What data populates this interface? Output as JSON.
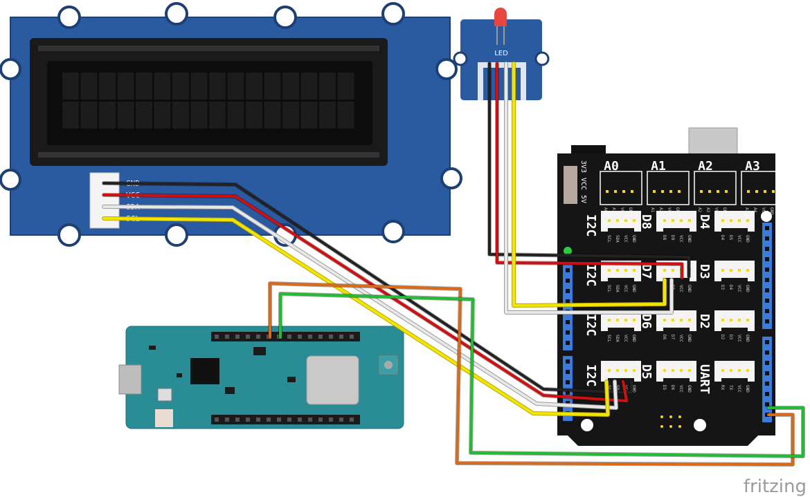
{
  "lcd": {
    "pin_labels": [
      "GND",
      "VCC",
      "SDA",
      "SCL"
    ]
  },
  "led_module": {
    "label": "LED"
  },
  "shield": {
    "analog_ports": [
      "A0",
      "A1",
      "A2",
      "A3"
    ],
    "analog_pins": [
      [
        "A0",
        "A1",
        "VCC",
        "GND"
      ],
      [
        "A1",
        "A2",
        "VCC",
        "GND"
      ],
      [
        "A2",
        "A3",
        "VCC",
        "GND"
      ],
      [
        "A3",
        "A4",
        "VCC",
        "GND"
      ]
    ],
    "power_switch_labels": [
      "3V3",
      "VCC",
      "5V"
    ],
    "grove_rows": [
      [
        {
          "label": "I2C",
          "pins": [
            "SCL",
            "SDA",
            "VCC",
            "GND"
          ]
        },
        {
          "label": "D8",
          "pins": [
            "D8",
            "D9",
            "VCC",
            "GND"
          ]
        },
        {
          "label": "D4",
          "pins": [
            "D4",
            "D5",
            "VCC",
            "GND"
          ]
        }
      ],
      [
        {
          "label": "I2C",
          "pins": [
            "SCL",
            "SDA",
            "VCC",
            "GND"
          ]
        },
        {
          "label": "D7",
          "pins": [
            "D7",
            "D8",
            "VCC",
            "GND"
          ]
        },
        {
          "label": "D3",
          "pins": [
            "D3",
            "D4",
            "VCC",
            "GND"
          ]
        }
      ],
      [
        {
          "label": "I2C",
          "pins": [
            "SCL",
            "SDA",
            "VCC",
            "GND"
          ]
        },
        {
          "label": "D6",
          "pins": [
            "D6",
            "D7",
            "VCC",
            "GND"
          ]
        },
        {
          "label": "D2",
          "pins": [
            "D2",
            "D3",
            "VCC",
            "GND"
          ]
        }
      ],
      [
        {
          "label": "I2C",
          "pins": [
            "SCL",
            "SDA",
            "VCC",
            "GND"
          ]
        },
        {
          "label": "D5",
          "pins": [
            "D5",
            "D6",
            "VCC",
            "GND"
          ]
        },
        {
          "label": "UART",
          "pins": [
            "RX",
            "TX",
            "VCC",
            "GND"
          ]
        }
      ]
    ]
  },
  "watermark": "fritzing",
  "colors": {
    "lcd_board": "#2a5aa0",
    "shield_board": "#151515",
    "mkr_board": "#2a8c95",
    "header_blue": "#3b7bdc",
    "wire_black": "#222222",
    "wire_red": "#d01010",
    "wire_white": "#e8e8e8",
    "wire_yellow": "#f2e600",
    "wire_orange": "#d86a1c",
    "wire_green": "#22bb33"
  }
}
